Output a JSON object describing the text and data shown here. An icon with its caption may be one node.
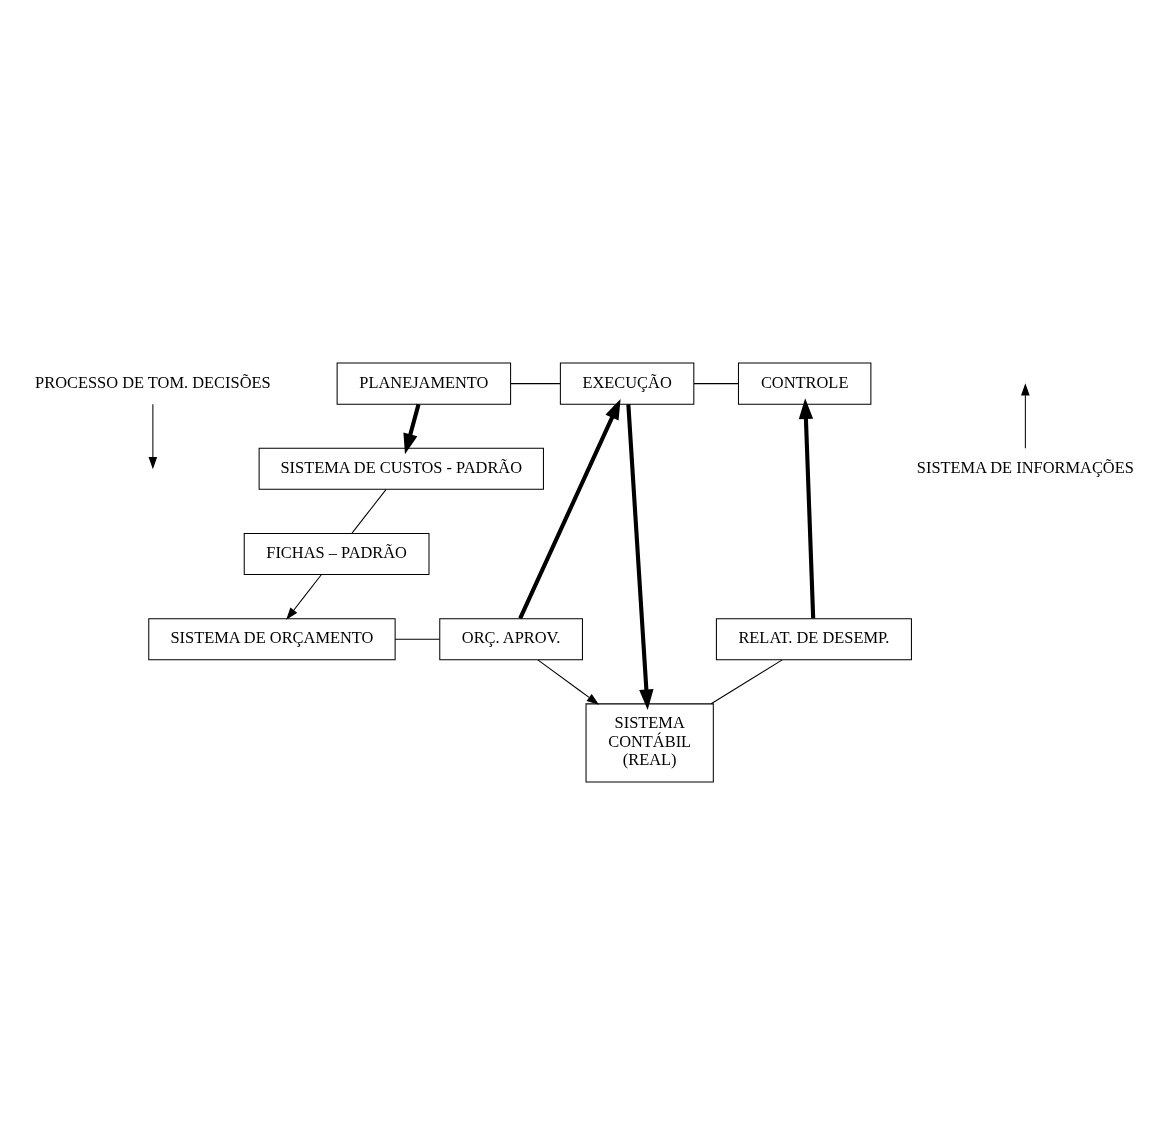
{
  "diagram": {
    "nodes": [
      {
        "text": [
          "PROCESSO DE TOM. DECISÕES"
        ]
      },
      {
        "text": [
          "PLANEJAMENTO"
        ]
      },
      {
        "text": [
          "EXECUÇÃO"
        ]
      },
      {
        "text": [
          "CONTROLE"
        ]
      },
      {
        "text": [
          "SISTEMA DE CUSTOS - PADRÃO"
        ]
      },
      {
        "text": [
          "SISTEMA",
          "CONTÁBIL",
          "(REAL)"
        ]
      },
      {
        "text": [
          "FICHAS – PADRÃO"
        ]
      },
      {
        "text": [
          "SISTEMA DE ORÇAMENTO"
        ]
      },
      {
        "text": [
          "ORÇ. APROV."
        ]
      },
      {
        "text": [
          "RELAT. DE DESEMP."
        ]
      },
      {
        "text": [
          "SISTEMA DE INFORMAÇÕES"
        ]
      }
    ],
    "edges": [
      {
        "from": 0,
        "to": null,
        "arrow": "to"
      },
      {
        "from": 1,
        "to": 2,
        "arrow": "none"
      },
      {
        "from": 2,
        "to": 3,
        "arrow": "none"
      },
      {
        "from": 1,
        "to": 4,
        "arrow": "to",
        "style": "thick"
      },
      {
        "from": 2,
        "to": 5,
        "arrow": "to",
        "style": "thick"
      },
      {
        "from": 8,
        "to": 2,
        "arrow": "to",
        "style": "thick"
      },
      {
        "from": 9,
        "to": 3,
        "arrow": "to",
        "style": "thick"
      },
      {
        "from": 4,
        "to": 6,
        "arrow": "none"
      },
      {
        "from": 6,
        "to": 7,
        "arrow": "to"
      },
      {
        "from": 7,
        "to": 8,
        "arrow": "none"
      },
      {
        "from": 8,
        "to": 5,
        "arrow": "to"
      },
      {
        "from": 5,
        "to": 9,
        "arrow": "none"
      },
      {
        "from": 10,
        "to": null,
        "arrow": "to"
      }
    ]
  }
}
